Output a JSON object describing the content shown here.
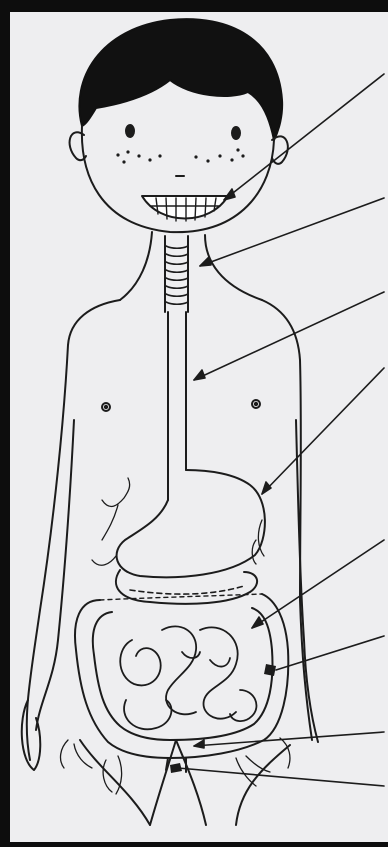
{
  "diagram": {
    "subject": "digestive-system-worksheet",
    "label_pointers": [
      {
        "target": "mouth-teeth"
      },
      {
        "target": "pharynx-throat"
      },
      {
        "target": "esophagus"
      },
      {
        "target": "stomach"
      },
      {
        "target": "small-intestine"
      },
      {
        "target": "large-intestine"
      },
      {
        "target": "rectum"
      },
      {
        "target": "anus"
      }
    ]
  },
  "colors": {
    "paper": "#eeeef0",
    "ink": "#1c1c1c",
    "frame": "#0d0d0d"
  }
}
